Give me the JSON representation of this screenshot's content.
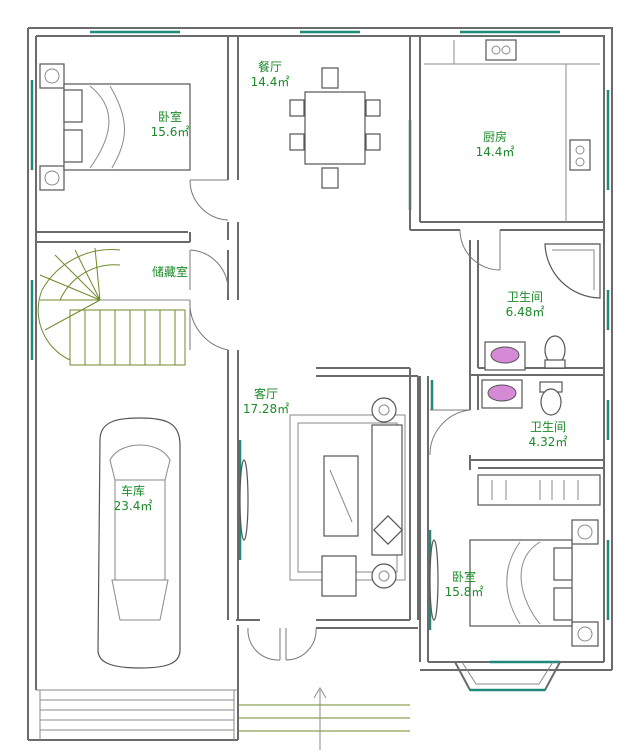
{
  "rooms": {
    "dining": {
      "name": "餐厅",
      "area": "14.4㎡"
    },
    "bedroom_nw": {
      "name": "卧室",
      "area": "15.6㎡"
    },
    "kitchen": {
      "name": "厨房",
      "area": "14.4㎡"
    },
    "storage": {
      "name": "储藏室",
      "area": ""
    },
    "bath_1": {
      "name": "卫生间",
      "area": "6.48㎡"
    },
    "living": {
      "name": "客厅",
      "area": "17.28㎡"
    },
    "bath_2": {
      "name": "卫生间",
      "area": "4.32㎡"
    },
    "garage": {
      "name": "车库",
      "area": "23.4㎡"
    },
    "bedroom_se": {
      "name": "卧室",
      "area": "15.8㎡"
    }
  },
  "colors": {
    "label": "#1d8a2a",
    "wall": "#6b6b6b",
    "window": "#1f8a7a",
    "fixture": "#d58ad6",
    "stair": "#6f8a2a"
  }
}
